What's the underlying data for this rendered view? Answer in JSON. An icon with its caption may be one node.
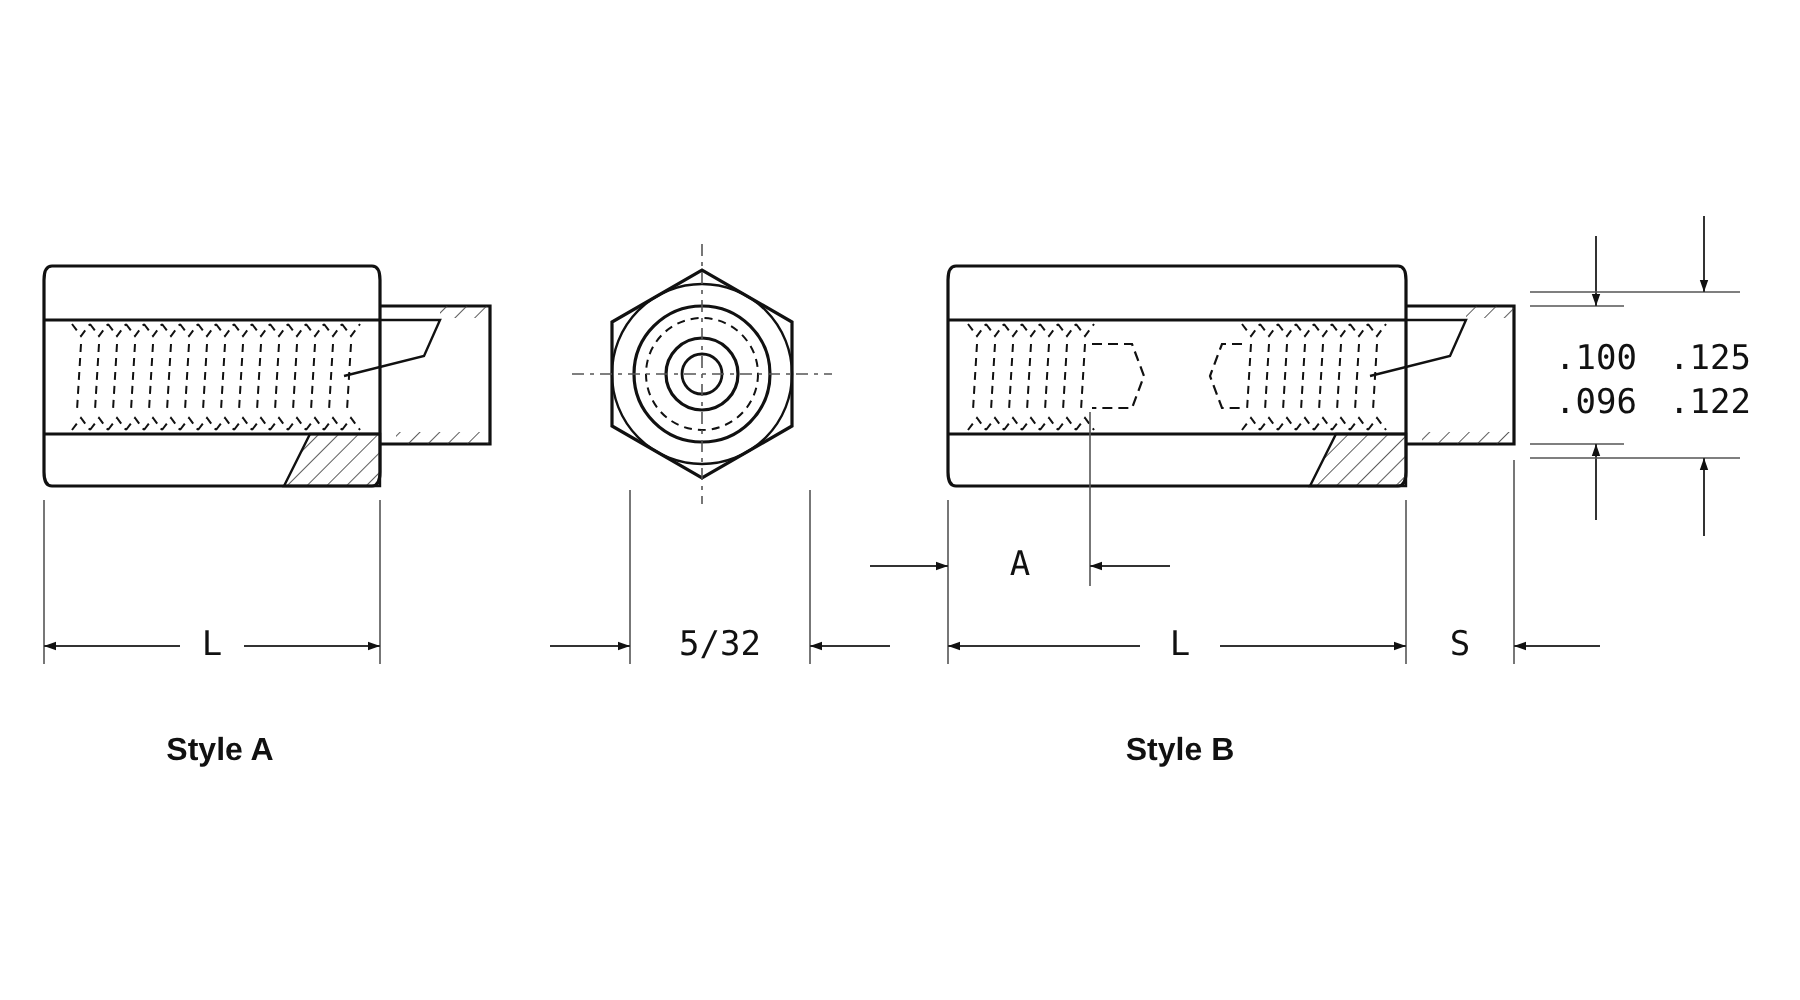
{
  "diagram": {
    "labels": [
      ".100",
      ".125",
      ".096",
      ".122",
      "A",
      "L",
      "5/32",
      "L",
      "S",
      "Style A",
      "Style B"
    ]
  }
}
